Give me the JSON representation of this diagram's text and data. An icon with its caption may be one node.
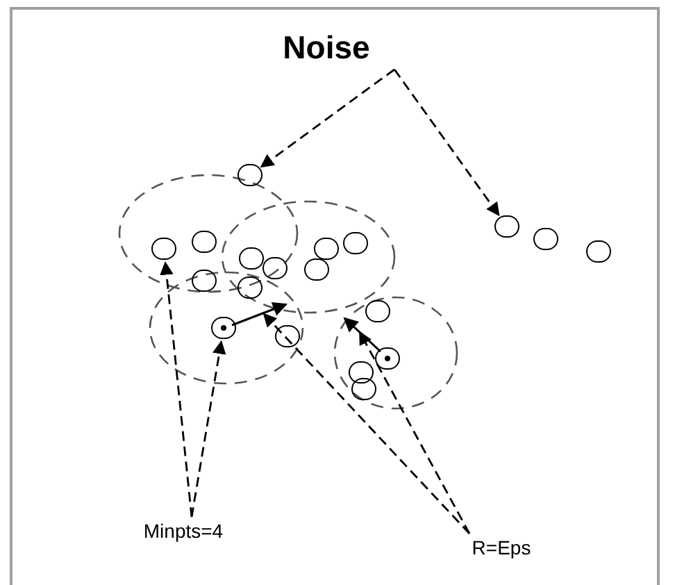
{
  "diagram": {
    "nodes": [
      {
        "text": [
          "Noise"
        ]
      },
      {
        "text": [
          "Minpts=4"
        ]
      },
      {
        "text": [
          "R=Eps"
        ]
      },
      {
        "text": [],
        "shape": "circle"
      },
      {
        "text": [],
        "shape": "circle"
      },
      {
        "text": [],
        "shape": "circle"
      },
      {
        "text": [],
        "shape": "circle"
      },
      {
        "text": [],
        "shape": "circle"
      },
      {
        "text": [],
        "shape": "circle"
      },
      {
        "text": [],
        "shape": "circle"
      },
      {
        "text": [],
        "shape": "circle"
      },
      {
        "text": [],
        "shape": "circle"
      },
      {
        "text": [],
        "shape": "circle"
      },
      {
        "text": [],
        "shape": "circle"
      },
      {
        "text": [],
        "shape": "circle"
      },
      {
        "text": [],
        "shape": "circle"
      },
      {
        "text": [],
        "shape": "circle"
      },
      {
        "text": [],
        "shape": "circle"
      },
      {
        "text": [],
        "shape": "circle"
      },
      {
        "text": [],
        "shape": "circle"
      },
      {
        "text": [],
        "shape": "circle"
      },
      {
        "text": [],
        "shape": "circle"
      },
      {
        "text": [],
        "shape": "arrow"
      },
      {
        "text": [],
        "shape": "arrow"
      }
    ],
    "edges": [
      {
        "from": 0,
        "to": 3,
        "arrow": "to",
        "style": "dashed"
      },
      {
        "from": 0,
        "to": 4,
        "arrow": "to",
        "style": "dashed"
      },
      {
        "from": 1,
        "to": 8,
        "arrow": "to",
        "style": "dashed"
      },
      {
        "from": 1,
        "to": 17,
        "arrow": "to",
        "style": "dashed"
      },
      {
        "from": 2,
        "to": 22,
        "arrow": "to",
        "style": "dashed"
      },
      {
        "from": 2,
        "to": 23,
        "arrow": "to",
        "style": "dashed"
      }
    ]
  }
}
